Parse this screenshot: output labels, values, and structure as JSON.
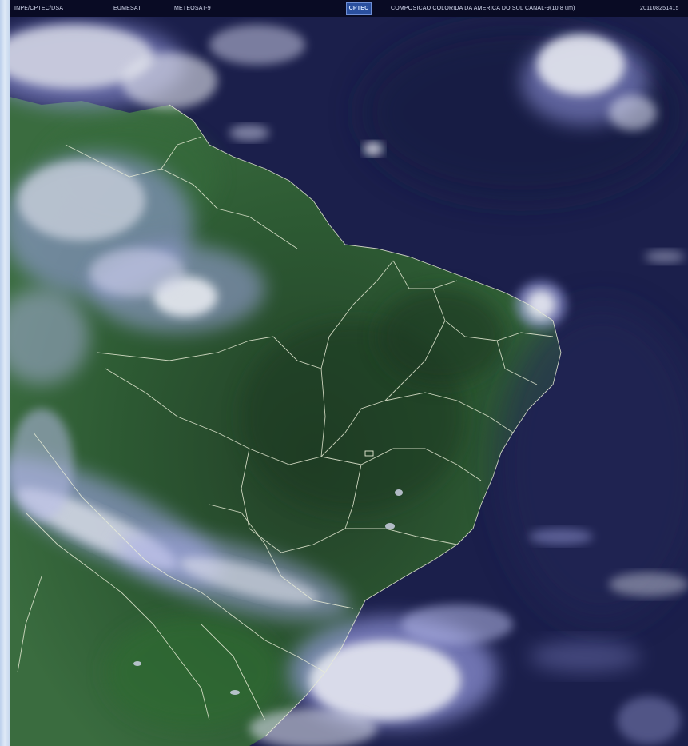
{
  "header": {
    "source": "INPE/CPTEC/DSA",
    "agency": "EUMESAT",
    "satellite": "METEOSAT-9",
    "logo_text": "CPTEC",
    "description": "COMPOSICAO COLORIDA DA AMERICA DO SUL CANAL-9(10.8 um)",
    "timestamp": "201108251415"
  },
  "colors": {
    "ocean": "#1b1f4b",
    "land": "#2f5e35",
    "land_dark": "#203e26",
    "cloud_white": "#e9ecf2",
    "cloud_lilac": "#9a9ee6",
    "border": "#e8ecd6"
  }
}
